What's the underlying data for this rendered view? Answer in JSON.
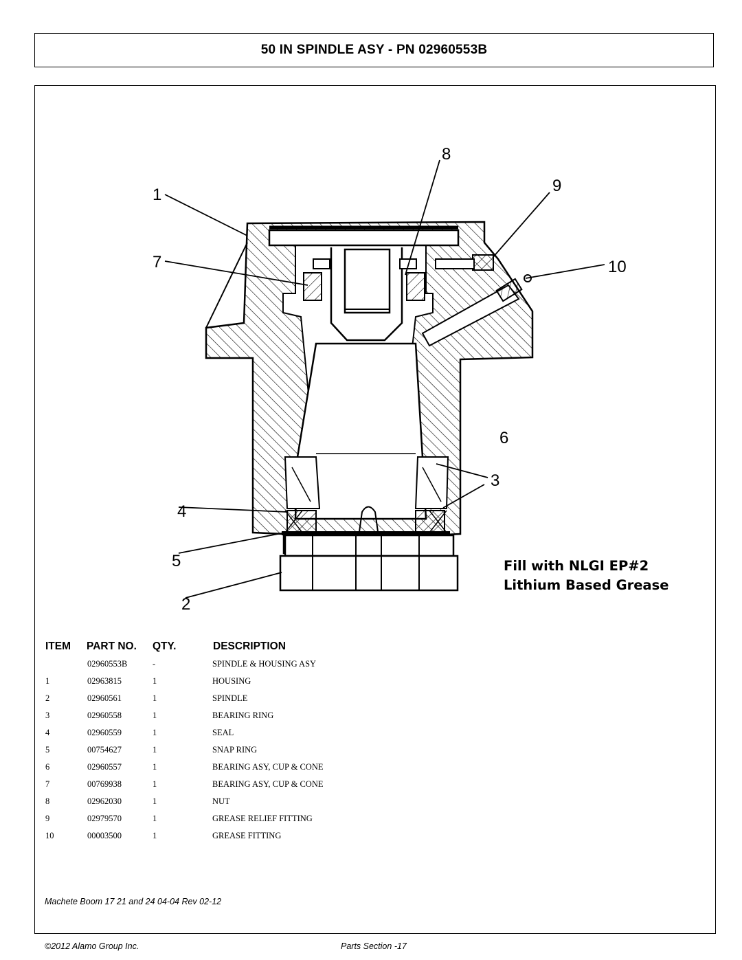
{
  "title": "50 IN SPINDLE ASY - PN 02960553B",
  "diagram": {
    "callouts": [
      "1",
      "2",
      "3",
      "4",
      "5",
      "6",
      "7",
      "8",
      "9",
      "10"
    ],
    "note_line1": "Fill with NLGI EP#2",
    "note_line2": "Lithium Based Grease"
  },
  "table": {
    "headers": {
      "item": "ITEM",
      "part_no": "PART NO.",
      "qty": "QTY.",
      "description": "DESCRIPTION"
    },
    "rows": [
      {
        "item": "",
        "part_no": "02960553B",
        "qty": "-",
        "description": "SPINDLE & HOUSING ASY"
      },
      {
        "item": "1",
        "part_no": "02963815",
        "qty": "1",
        "description": "HOUSING"
      },
      {
        "item": "2",
        "part_no": "02960561",
        "qty": "1",
        "description": "SPINDLE"
      },
      {
        "item": "3",
        "part_no": "02960558",
        "qty": "1",
        "description": "BEARING RING"
      },
      {
        "item": "4",
        "part_no": "02960559",
        "qty": "1",
        "description": "SEAL"
      },
      {
        "item": "5",
        "part_no": "00754627",
        "qty": "1",
        "description": "SNAP RING"
      },
      {
        "item": "6",
        "part_no": "02960557",
        "qty": "1",
        "description": "BEARING ASY, CUP & CONE"
      },
      {
        "item": "7",
        "part_no": "00769938",
        "qty": "1",
        "description": "BEARING ASY, CUP & CONE"
      },
      {
        "item": "8",
        "part_no": "02962030",
        "qty": "1",
        "description": "NUT"
      },
      {
        "item": "9",
        "part_no": "02979570",
        "qty": "1",
        "description": "GREASE RELIEF FITTING"
      },
      {
        "item": "10",
        "part_no": "00003500",
        "qty": "1",
        "description": "GREASE FITTING"
      }
    ]
  },
  "footer": {
    "doc_ref": "Machete Boom 17 21 and 24 04-04 Rev 02-12",
    "copyright": "©2012 Alamo Group Inc.",
    "page": "Parts Section -17"
  }
}
